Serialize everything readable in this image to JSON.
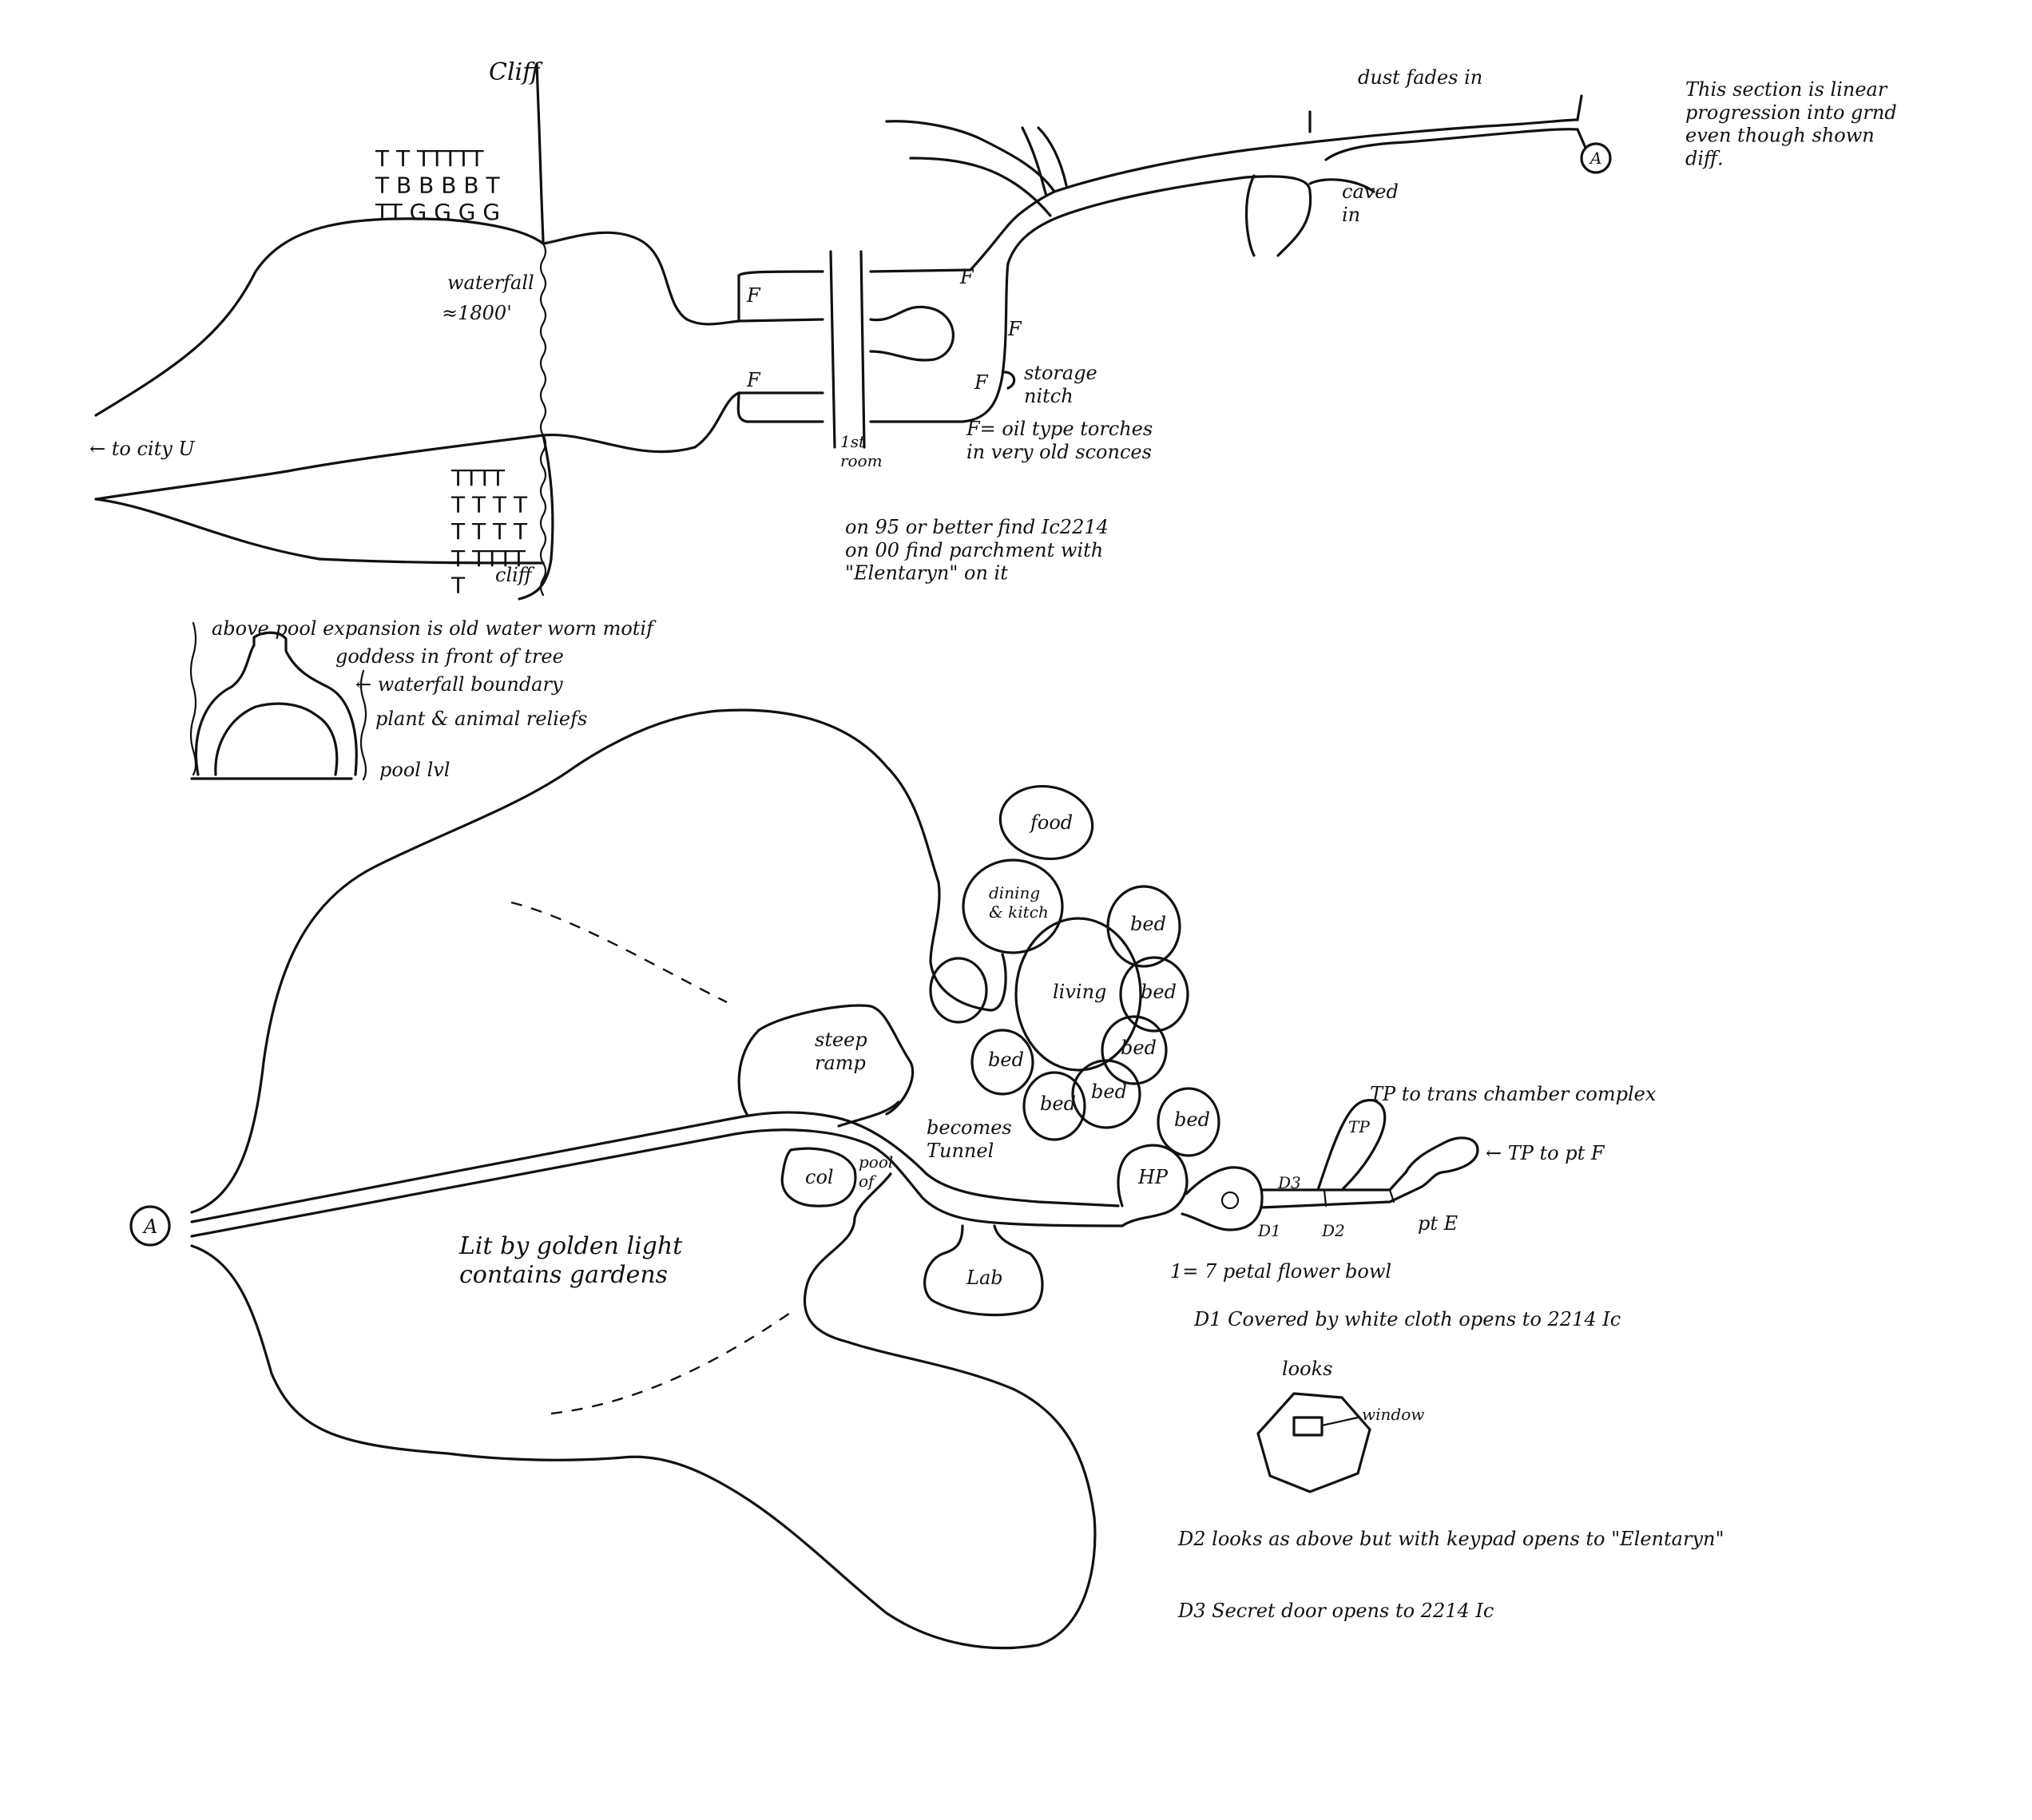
{
  "top_section": {
    "cliff_top": "Cliff",
    "cliff_bottom": "cliff",
    "waterfall": "waterfall",
    "waterfall_height": "≈1800'",
    "to_city": "to city U",
    "torch_mark": "F",
    "first_room": "1st\nroom",
    "storage": "storage\nnitch",
    "torches_note": "F= oil type torches\nin very old sconces",
    "find_note": "on 95 or better find Ic2214\non 00 find parchment with\n\"Elentaryn\" on it",
    "dust": "dust fades in",
    "caved_in": "caved\nin",
    "section_note": "This section is linear\nprogression into grnd\neven though shown\ndiff.",
    "marker_a": "A",
    "trees": "T T  TTTTT\nT  B  B  B  B  T\nTT  G G G G",
    "trees_lower": "TTTT\nT T T T\nT T T T\nT TTTT\nT"
  },
  "motif": {
    "line1": "above pool expansion is old water worn motif",
    "line2": "goddess in front of tree",
    "line3": "waterfall boundary",
    "line4": "plant & animal reliefs",
    "line5": "pool lvl"
  },
  "bottom_section": {
    "marker_a": "A",
    "garden": "Lit by golden light\ncontains gardens",
    "steep_ramp": "steep\nramp",
    "becomes_tunnel": "becomes\nTunnel",
    "rooms": {
      "food": "food",
      "dining": "dining\n& kitch",
      "living": "living",
      "bed": "bed",
      "hp": "HP",
      "col": "col",
      "pool": "pool\nof",
      "lab": "Lab"
    },
    "tp_trans": "TP to trans chamber complex",
    "tp_small": "TP",
    "tp_f": "TP to pt F",
    "pt_e": "pt E",
    "d1": "D1",
    "d2": "D2",
    "d3": "D3",
    "flower_bowl": "1= 7 petal flower bowl",
    "d1_note": "D1 Covered by white cloth opens to 2214 Ic",
    "looks": "looks",
    "window": "window",
    "d2_note": "D2 looks as above but with keypad opens to \"Elentaryn\"",
    "d3_note": "D3 Secret door opens to 2214 Ic"
  }
}
